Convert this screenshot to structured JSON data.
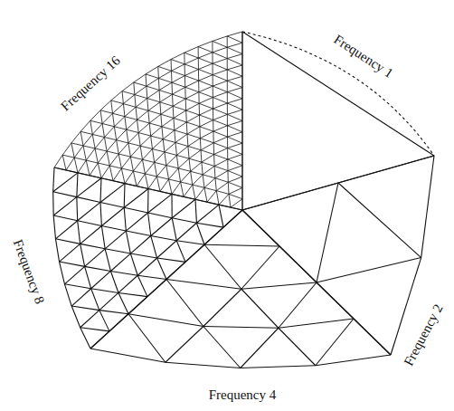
{
  "diagram": {
    "labels": [
      "Frequency 1",
      "Frequency 2",
      "Frequency 4",
      "Frequency 8",
      "Frequency 16"
    ]
  }
}
